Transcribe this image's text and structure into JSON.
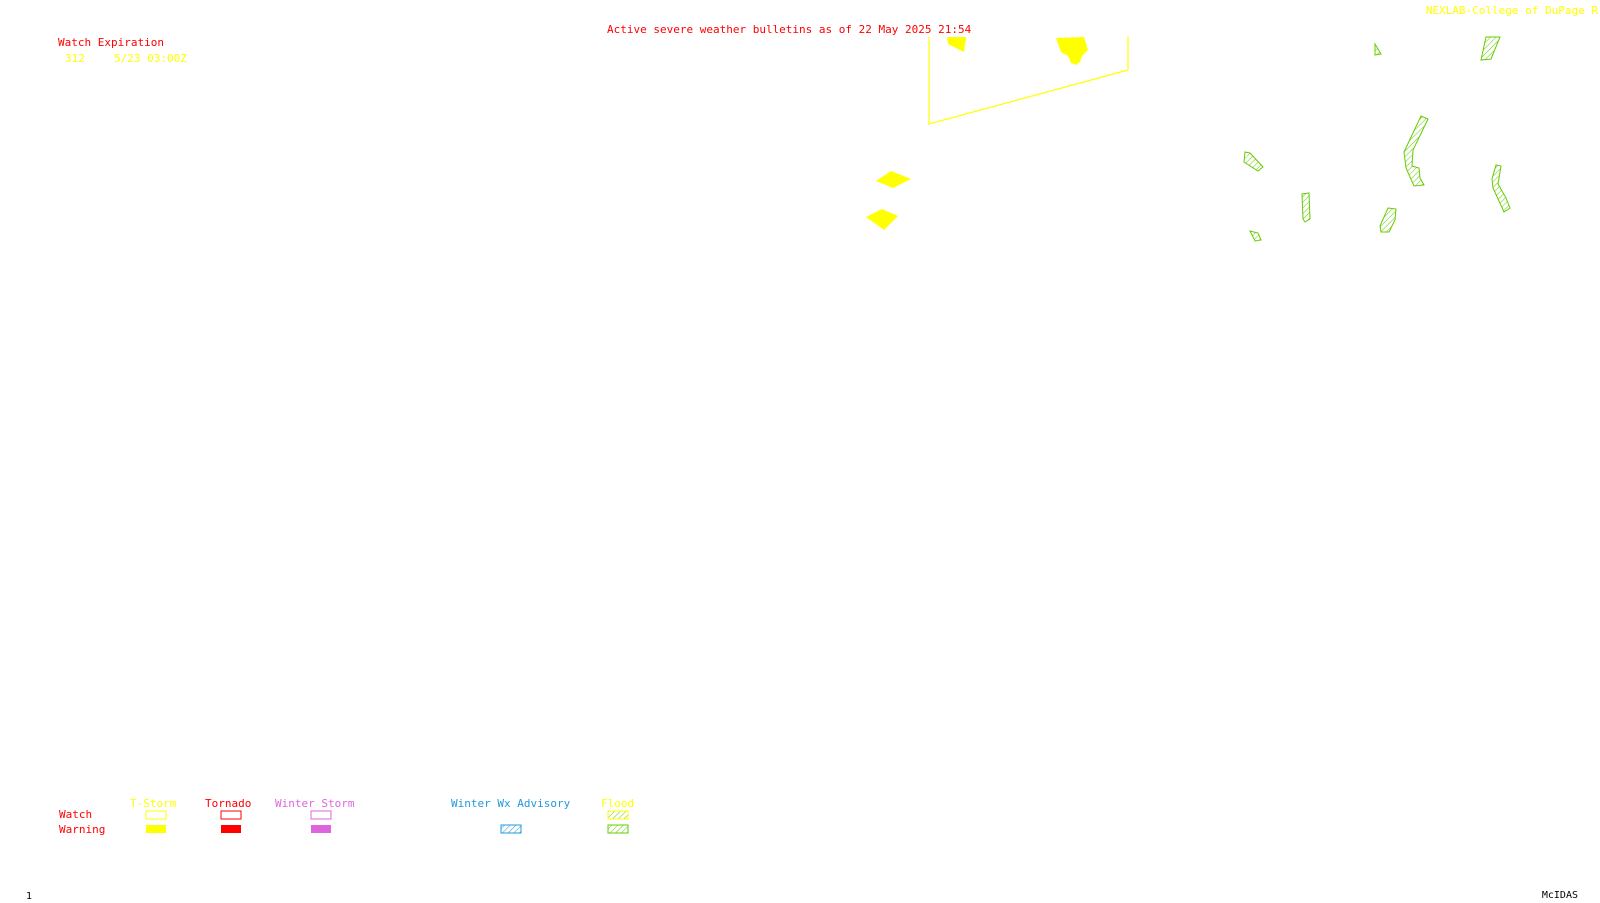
{
  "header": {
    "title": "Active severe weather bulletins as of 22 May 2025 21:54",
    "credit": "NEXLAB-College of DuPage R"
  },
  "watch_table": {
    "heading": "Watch Expiration",
    "rows": [
      {
        "number": "312",
        "expiration": "5/23 03:00Z"
      }
    ]
  },
  "legend": {
    "row_labels": {
      "watch": "Watch",
      "warning": "Warning"
    },
    "categories": [
      {
        "label": "T-Storm",
        "color": "#ffff00"
      },
      {
        "label": "Tornado",
        "color": "#ff0000"
      },
      {
        "label": "Winter Storm",
        "color": "#dd66dd"
      },
      {
        "label": "Winter Wx Advisory",
        "color": "#2299dd"
      },
      {
        "label": "Flood",
        "color": "#66cc00"
      }
    ]
  },
  "footer": {
    "frame_number": "1",
    "software": "McIDAS"
  },
  "colors": {
    "tstorm": "#ffff00",
    "tornado": "#ff0000",
    "winter_storm": "#dd66dd",
    "winter_advisory": "#2299dd",
    "flood": "#66cc00",
    "background": "#ffffff"
  },
  "map_features": [
    {
      "type": "tstorm-watch-outline",
      "watch_number": "312"
    },
    {
      "type": "tstorm-warning"
    },
    {
      "type": "tstorm-warning"
    },
    {
      "type": "tstorm-warning"
    },
    {
      "type": "tstorm-warning"
    },
    {
      "type": "flood-warning"
    },
    {
      "type": "flood-warning"
    },
    {
      "type": "flood-warning"
    },
    {
      "type": "flood-warning"
    },
    {
      "type": "flood-warning"
    },
    {
      "type": "flood-warning"
    },
    {
      "type": "flood-warning"
    },
    {
      "type": "flood-warning"
    },
    {
      "type": "flood-warning"
    }
  ]
}
